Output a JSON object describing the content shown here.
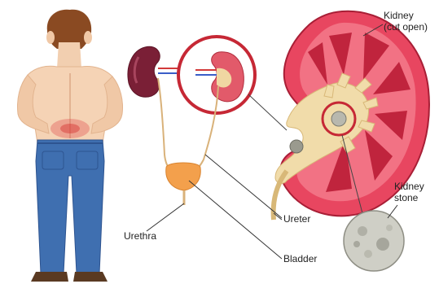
{
  "labels": {
    "kidney_cut_open": "Kidney\n(cut open)",
    "kidney_stone": "Kidney\nstone",
    "ureter": "Ureter",
    "urethra": "Urethra",
    "bladder": "Bladder"
  }
}
